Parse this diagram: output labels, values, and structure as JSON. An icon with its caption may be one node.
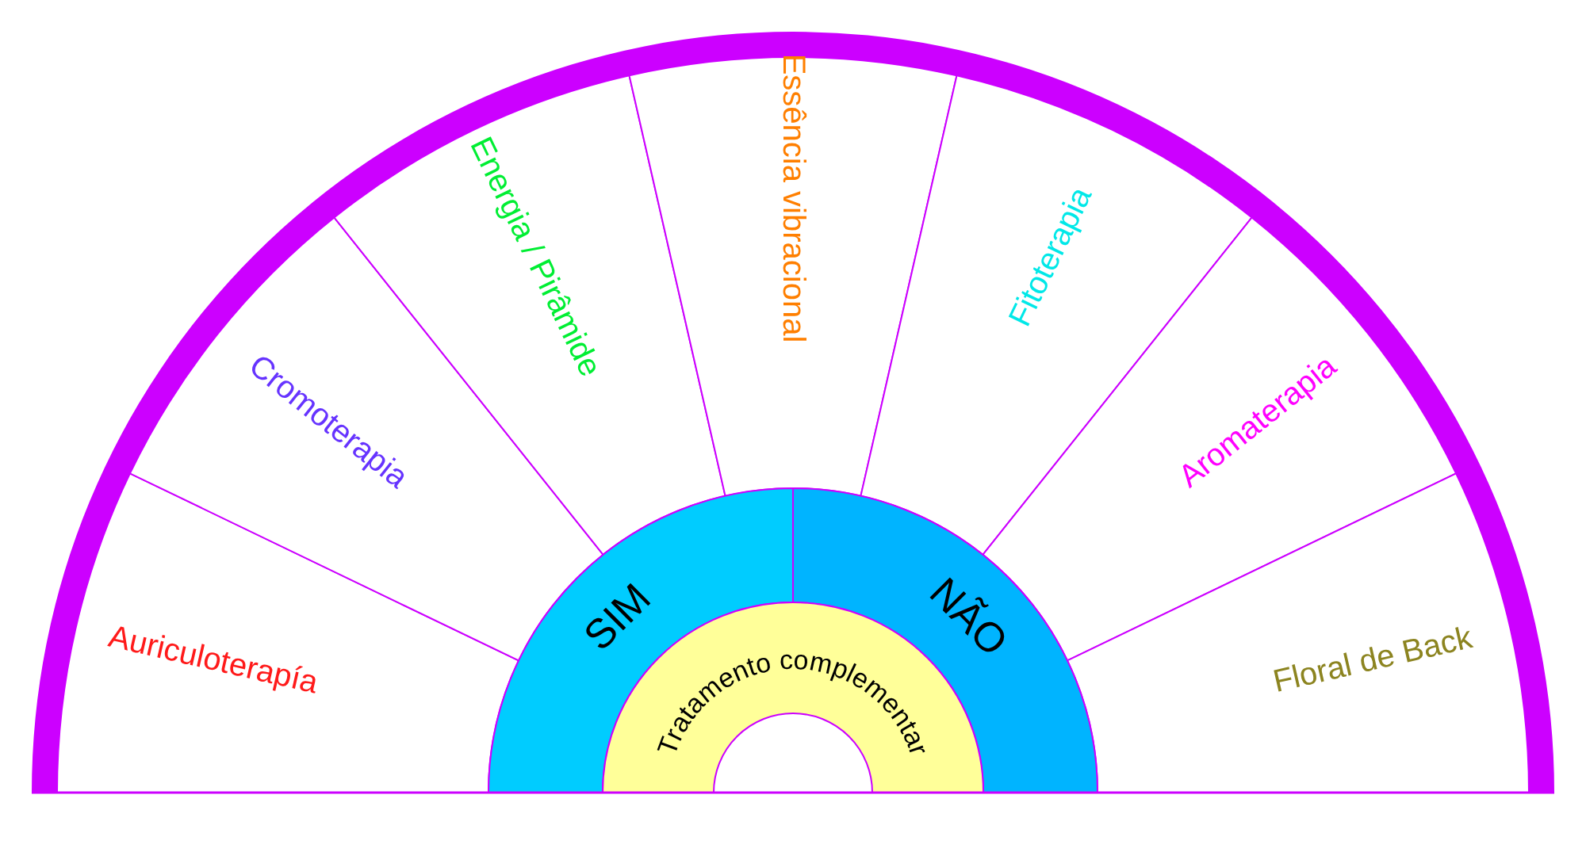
{
  "diagram": {
    "nodes": [
      {
        "text": [
          "Auriculoterapía"
        ]
      },
      {
        "text": [
          "Cromoterapia"
        ]
      },
      {
        "text": [
          "Energia / Pirâmide"
        ]
      },
      {
        "text": [
          "Essência vibracional"
        ]
      },
      {
        "text": [
          "Fitoterapia"
        ]
      },
      {
        "text": [
          "Aromaterapia"
        ]
      },
      {
        "text": [
          "Floral de Back"
        ]
      },
      {
        "text": [
          "SIM"
        ]
      },
      {
        "text": [
          "NÃO"
        ]
      },
      {
        "text": [
          "Tratamento complementar"
        ]
      }
    ]
  }
}
